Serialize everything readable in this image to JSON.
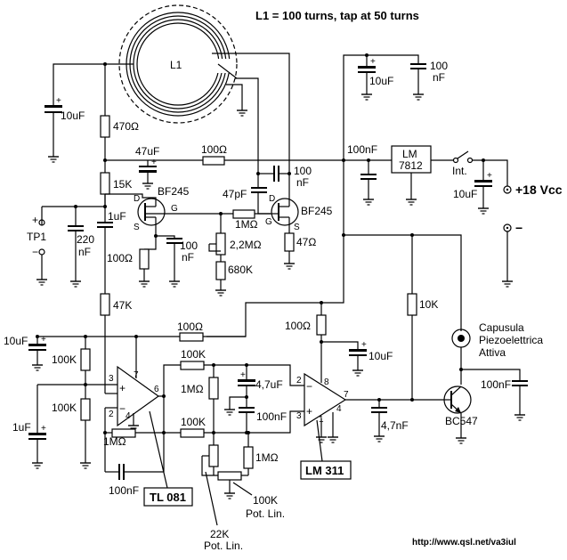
{
  "title": "L1 = 100 turns, tap at 50 turns",
  "coil": {
    "label": "L1"
  },
  "supply": {
    "label": "+18 Vcc",
    "minus": "−",
    "switch": "Int."
  },
  "regulator": {
    "line1": "LM",
    "line2": "7812"
  },
  "testpoint": {
    "label": "TP1",
    "plus": "+",
    "minus": "−"
  },
  "chips": {
    "tl081": "TL 081",
    "lm311": "LM 311"
  },
  "transistors": {
    "q1": "BF245",
    "q2": "BF245",
    "q3": "BC547"
  },
  "fet_pins": {
    "d": "D",
    "g": "G",
    "s": "S"
  },
  "buzzer": {
    "line1": "Capusula",
    "line2": "Piezoelettrica",
    "line3": "Attiva"
  },
  "pots": {
    "p1": {
      "value": "22K",
      "type": "Pot. Lin."
    },
    "p2": {
      "value": "100K",
      "type": "Pot. Lin."
    }
  },
  "pins": {
    "u1_in_neg": "2",
    "u1_in_pos": "3",
    "u1_out": "6",
    "u1_vp": "7",
    "u1_vn": "4",
    "u2_in_pos": "2",
    "u2_in_neg": "3",
    "u2_vp": "8",
    "u2_out": "7",
    "u2_vn": "4",
    "u2_gnd": "1"
  },
  "components": {
    "c_10uf_a": "10uF",
    "r_470": "470Ω",
    "c_47uf": "47uF",
    "r_100_a": "100Ω",
    "c_100nf_a": "100",
    "c_100nf_a2": "nF",
    "r_15k": "15K",
    "c_1uf_a": "1uF",
    "c_47pf": "47pF",
    "r_1m_a": "1MΩ",
    "c_220nf": "220",
    "c_220nf2": "nF",
    "c_100nf_b": "100",
    "c_100nf_b2": "nF",
    "r_100_b": "100Ω",
    "p_2m2": "2,2MΩ",
    "r_680k": "680K",
    "r_47": "47Ω",
    "r_47k": "47K",
    "c_10uf_top": "10uF",
    "c_100nf_top": "100",
    "c_100nf_top2": "nF",
    "c_100nf_reg": "100nF",
    "c_10uf_reg": "10uF",
    "r_10k": "10K",
    "r_100_c": "100Ω",
    "r_100_d": "100Ω",
    "c_10uf_e": "10uF",
    "c_10uf_f": "10uF",
    "r_100k_a": "100K",
    "r_100k_b": "100K",
    "r_100k_c": "100K",
    "r_100k_d": "100K",
    "r_1m_b": "1MΩ",
    "c_4u7": "4,7uF",
    "c_100nf_c": "100nF",
    "c_1uf_b": "1uF",
    "r_1m_c": "1MΩ",
    "c_100nf_d": "100nF",
    "r_1m_d": "1MΩ",
    "c_4n7": "4,7nF",
    "c_100nf_e": "100nF"
  },
  "footer": {
    "url": "http://www.qsl.net/va3iul"
  }
}
